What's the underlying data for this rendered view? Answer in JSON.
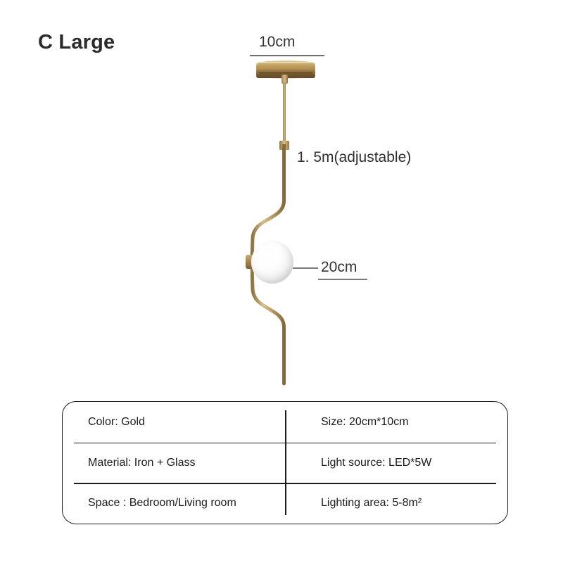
{
  "title": "C Large",
  "product": {
    "dimensions": {
      "canopy_width": "10cm",
      "cord_length": "1. 5m(adjustable)",
      "globe_diameter": "20cm"
    },
    "parts": {
      "canopy": "ceiling-canopy",
      "cord": "suspension-cord",
      "rod": "s-curved-gold-rod",
      "globe": "white-glass-globe",
      "socket": "lamp-socket"
    },
    "colors": {
      "gold_light": "#d9c08a",
      "gold_mid": "#b4904f",
      "gold_dark": "#73552c",
      "glass_white": "#ffffff",
      "line_gray": "#6e6e6e",
      "text_dark": "#1c1c1c"
    }
  },
  "specs": {
    "rows": [
      {
        "left": "Color: Gold",
        "right": "Size: 20cm*10cm"
      },
      {
        "left": "Material: Iron + Glass",
        "right": "Light source: LED*5W"
      },
      {
        "left": "Space : Bedroom/Living room",
        "right": "Lighting area: 5-8m²"
      }
    ]
  }
}
